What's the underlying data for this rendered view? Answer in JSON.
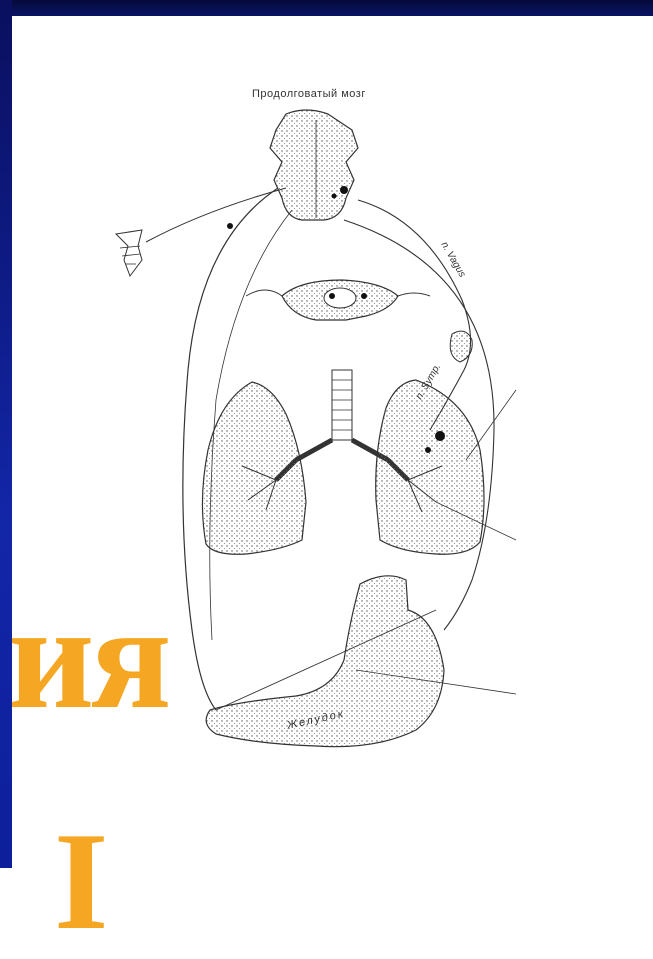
{
  "slide": {
    "title_fragment_line1": "ия",
    "title_fragment_line2": "I",
    "accent_color": "#f5a623",
    "edge_color": "#1226a8"
  },
  "figure": {
    "label_medulla": "Продолговатый мозг",
    "label_vagus": "n. Vagus",
    "label_symp": "n. Symp.",
    "label_stomach": "Желудок"
  }
}
